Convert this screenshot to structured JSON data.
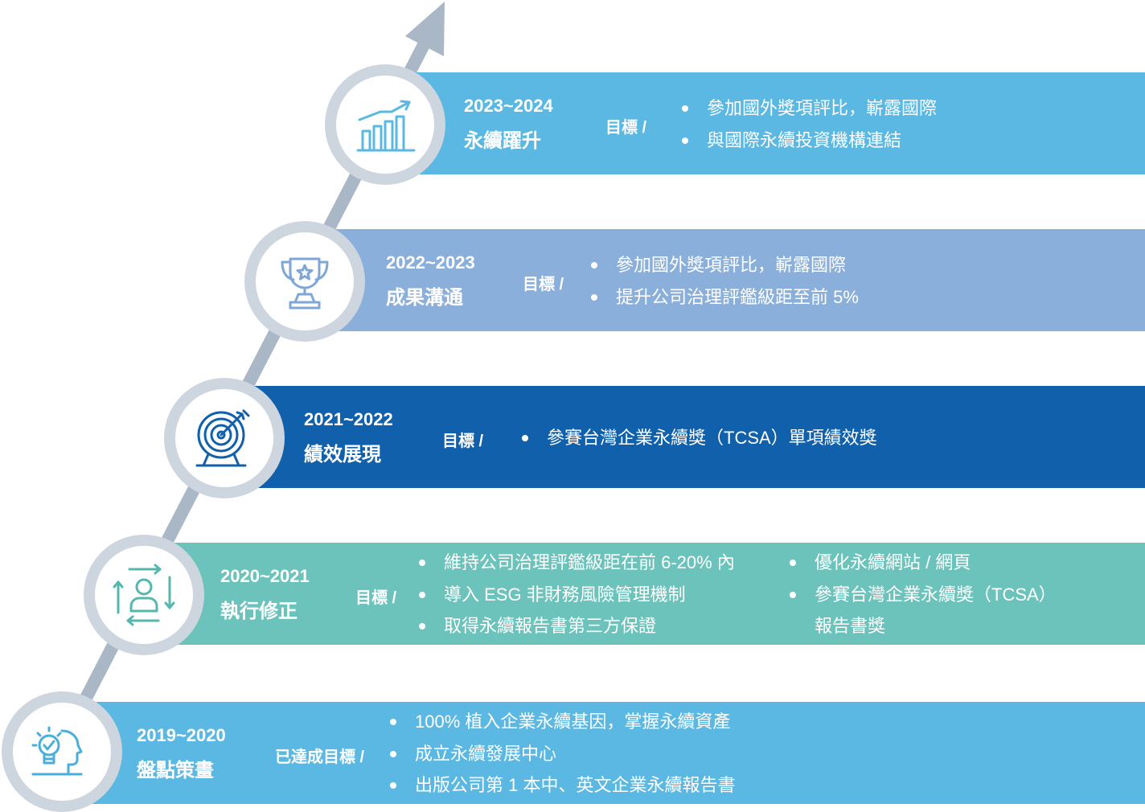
{
  "colors": {
    "arrow": "#a9b7c6",
    "node_ring": "#cdd6df",
    "text": "#ffffff"
  },
  "stages": [
    {
      "years": "2023~2024",
      "phase": "永續躍升",
      "goal_label": "目標 /",
      "color": "#5ab8e2",
      "icon": "growth-chart-icon",
      "icon_color": "#5ab8e2",
      "goals": [
        "參加國外獎項評比，嶄露國際",
        "與國際永續投資機構連結"
      ]
    },
    {
      "years": "2022~2023",
      "phase": "成果溝通",
      "goal_label": "目標 /",
      "color": "#8aafdb",
      "icon": "trophy-icon",
      "icon_color": "#7ea6d6",
      "goals": [
        "參加國外獎項評比，嶄露國際",
        "提升公司治理評鑑級距至前 5%"
      ]
    },
    {
      "years": "2021~2022",
      "phase": "績效展現",
      "goal_label": "目標 /",
      "color": "#1060ab",
      "icon": "target-icon",
      "icon_color": "#1060ab",
      "goals": [
        "參賽台灣企業永續獎（TCSA）單項績效獎"
      ]
    },
    {
      "years": "2020~2021",
      "phase": "執行修正",
      "goal_label": "目標 /",
      "color": "#6cc3bb",
      "icon": "person-cycle-icon",
      "icon_color": "#55b7ae",
      "goals": [
        "維持公司治理評鑑級距在前 6-20% 內",
        "導入 ESG 非財務風險管理機制",
        "取得永續報告書第三方保證"
      ],
      "goals_col2": [
        "優化永續網站 / 網頁",
        "參賽台灣企業永續獎（TCSA）",
        "報告書獎"
      ]
    },
    {
      "years": "2019~2020",
      "phase": "盤點策畫",
      "goal_label": "已達成目標 /",
      "color": "#5ab8e2",
      "icon": "idea-head-icon",
      "icon_color": "#4aaedc",
      "goals": [
        "100% 植入企業永續基因，掌握永續資產",
        "成立永續發展中心",
        "出版公司第 1 本中、英文企業永續報告書"
      ]
    }
  ]
}
